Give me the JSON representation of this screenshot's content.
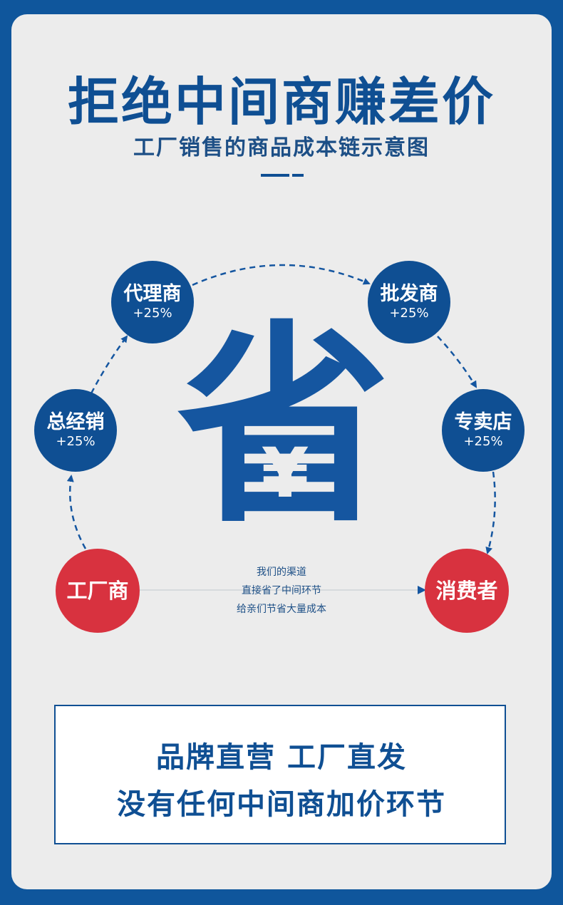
{
  "header": {
    "title": "拒绝中间商赚差价",
    "subtitle": "工厂销售的商品成本链示意图"
  },
  "center": {
    "big_char": "省",
    "yen_symbol": "¥",
    "notes": [
      "我们的渠道",
      "直接省了中间环节",
      "给亲们节省大量成本"
    ]
  },
  "nodes": {
    "factory": {
      "name": "工厂商"
    },
    "distributor": {
      "name": "总经销",
      "pct": "+25%"
    },
    "agent": {
      "name": "代理商",
      "pct": "+25%"
    },
    "wholesaler": {
      "name": "批发商",
      "pct": "+25%"
    },
    "store": {
      "name": "专卖店",
      "pct": "+25%"
    },
    "consumer": {
      "name": "消费者"
    }
  },
  "footer": {
    "line1": "品牌直营 工厂直发",
    "line2": "没有任何中间商加价环节"
  },
  "colors": {
    "brand_blue": "#0f4f93",
    "accent_red": "#d8323f",
    "panel_bg": "#ececec"
  }
}
